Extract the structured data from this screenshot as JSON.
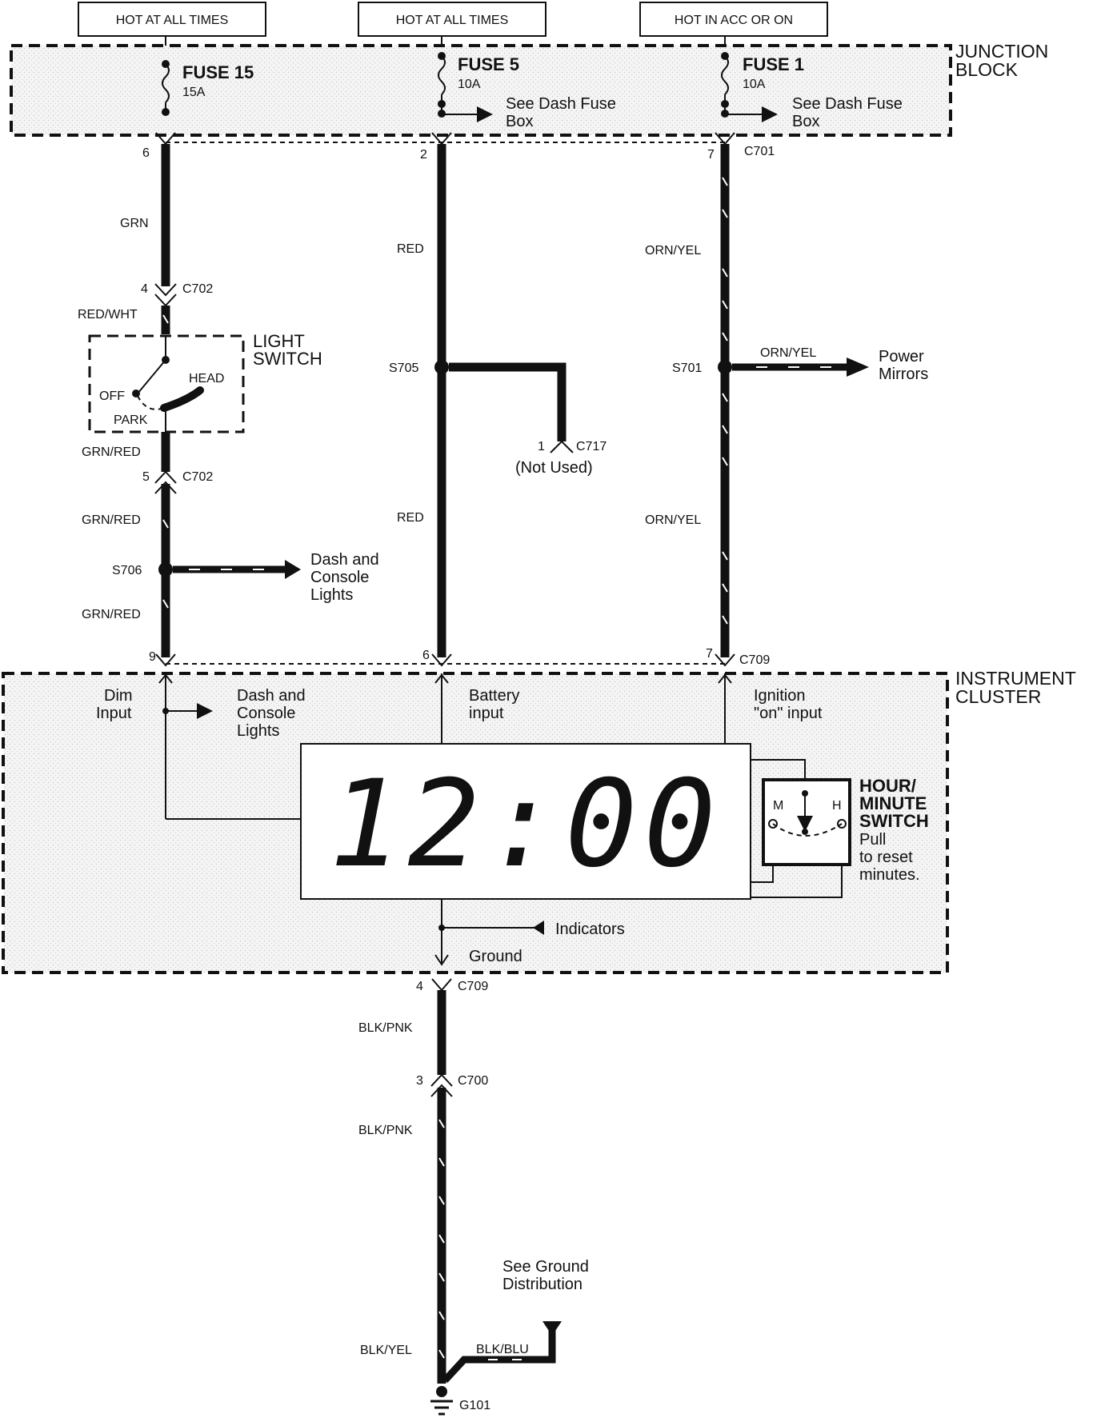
{
  "top_labels": [
    "HOT AT ALL TIMES",
    "HOT AT ALL TIMES",
    "HOT IN ACC OR ON"
  ],
  "junction_block": {
    "title_line1": "JUNCTION",
    "title_line2": "BLOCK"
  },
  "fuses": [
    {
      "name": "FUSE 15",
      "rating": "15A"
    },
    {
      "name": "FUSE 5",
      "rating": "10A",
      "note_line1": "See Dash Fuse",
      "note_line2": "Box"
    },
    {
      "name": "FUSE 1",
      "rating": "10A",
      "note_line1": "See Dash Fuse",
      "note_line2": "Box"
    }
  ],
  "connectors": {
    "c701": "C701",
    "c702_upper": "C702",
    "c702_lower": "C702",
    "c717": "C717",
    "c709_top": "C709",
    "c709_bottom": "C709",
    "c700": "C700",
    "g101": "G101"
  },
  "pins": {
    "p6": "6",
    "p2": "2",
    "p7_top": "7",
    "p4_c702": "4",
    "p5_c702": "5",
    "p1_c717": "1",
    "p9": "9",
    "p6_cluster": "6",
    "p7_cluster": "7",
    "p4_c709": "4",
    "p3_c700": "3"
  },
  "wires": {
    "grn": "GRN",
    "red_wht": "RED/WHT",
    "grn_red_1": "GRN/RED",
    "grn_red_2": "GRN/RED",
    "grn_red_3": "GRN/RED",
    "red_1": "RED",
    "red_2": "RED",
    "orn_yel_1": "ORN/YEL",
    "orn_yel_2": "ORN/YEL",
    "orn_yel_3": "ORN/YEL",
    "blk_pnk_1": "BLK/PNK",
    "blk_pnk_2": "BLK/PNK",
    "blk_yel": "BLK/YEL",
    "blk_blu": "BLK/BLU"
  },
  "splices": {
    "s705": "S705",
    "s701": "S701",
    "s706": "S706"
  },
  "light_switch": {
    "title_line1": "LIGHT",
    "title_line2": "SWITCH",
    "off": "OFF",
    "head": "HEAD",
    "park": "PARK"
  },
  "destinations": {
    "not_used": "(Not Used)",
    "power_mirrors_1": "Power",
    "power_mirrors_2": "Mirrors",
    "dash_lights_1": "Dash and",
    "dash_lights_2": "Console",
    "dash_lights_3": "Lights"
  },
  "cluster": {
    "title_line1": "INSTRUMENT",
    "title_line2": "CLUSTER",
    "dim_1": "Dim",
    "dim_2": "Input",
    "dash_1": "Dash and",
    "dash_2": "Console",
    "dash_3": "Lights",
    "batt_1": "Battery",
    "batt_2": "input",
    "ign_1": "Ignition",
    "ign_2": "\"on\" input",
    "clock_digits": "12:00",
    "switch_line1": "HOUR/",
    "switch_line2": "MINUTE",
    "switch_line3": "SWITCH",
    "switch_note1": "Pull",
    "switch_note2": "to reset",
    "switch_note3": "minutes.",
    "m": "M",
    "h": "H",
    "indicators": "Indicators",
    "ground": "Ground"
  },
  "ground_note": {
    "line1": "See Ground",
    "line2": "Distribution"
  }
}
